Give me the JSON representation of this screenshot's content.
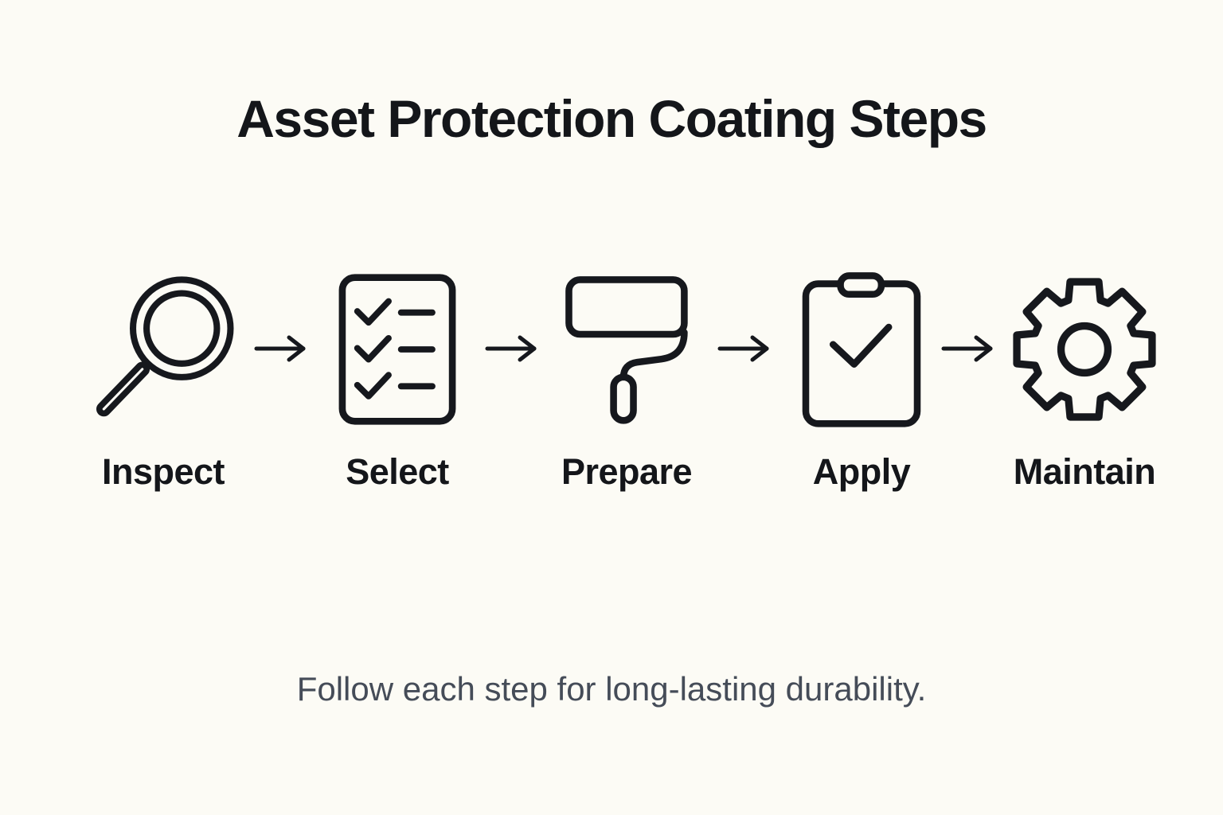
{
  "title": "Asset Protection Coating Steps",
  "steps": [
    {
      "label": "Inspect",
      "icon": "magnifier-icon"
    },
    {
      "label": "Select",
      "icon": "checklist-icon"
    },
    {
      "label": "Prepare",
      "icon": "paint-roller-icon"
    },
    {
      "label": "Apply",
      "icon": "clipboard-check-icon"
    },
    {
      "label": "Maintain",
      "icon": "gear-icon"
    }
  ],
  "arrow_icon": "arrow-right-icon",
  "footer": "Follow each step for long-lasting durability.",
  "colors": {
    "background": "#fcfbf5",
    "icon_stroke": "#16181d",
    "heading_text": "#14161a",
    "footer_text": "#454c58"
  }
}
